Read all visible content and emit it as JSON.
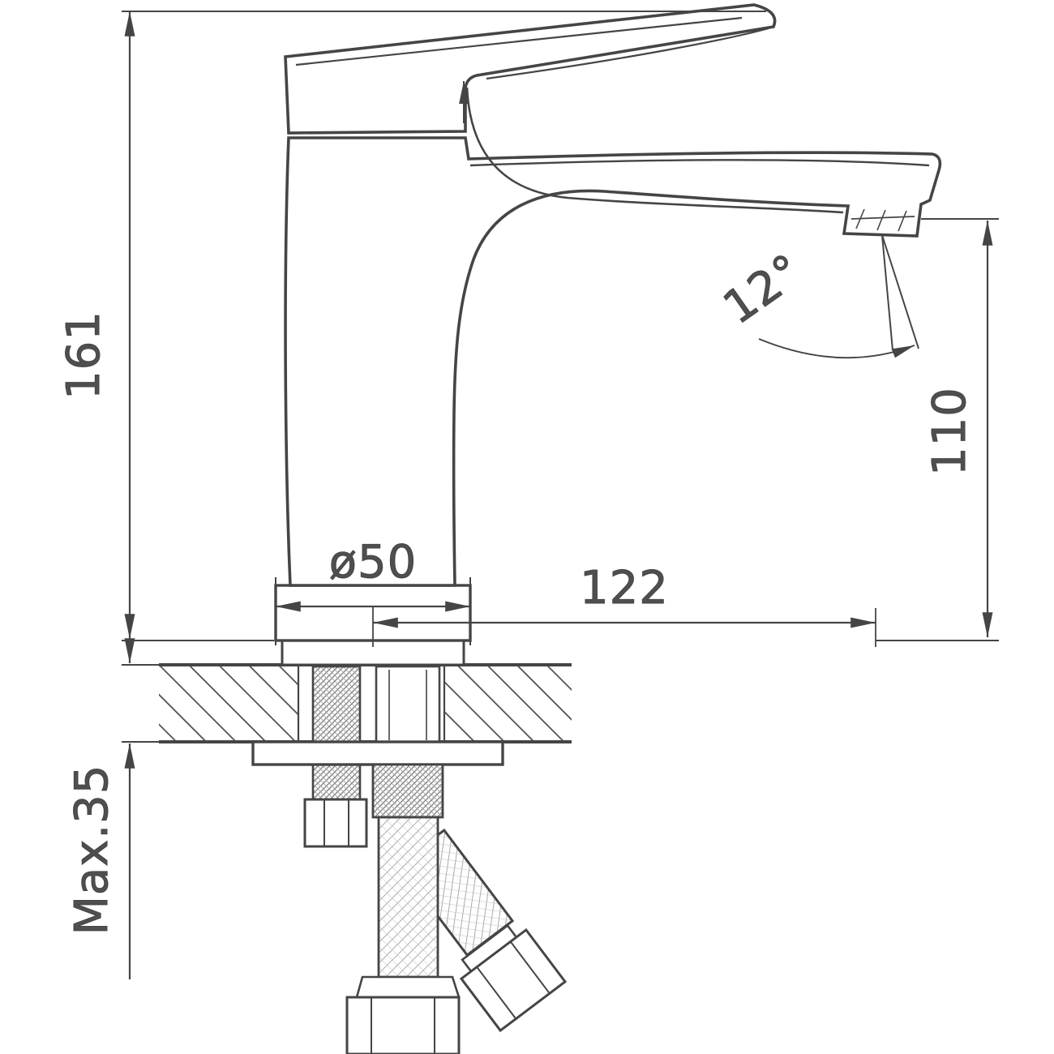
{
  "colors": {
    "line": "#454545",
    "text": "#4f4f4f",
    "background": "#ffffff"
  },
  "labels": {
    "overall_height": "161",
    "spout_height": "110",
    "spout_reach": "122",
    "base_diameter": "ø50",
    "stream_angle": "12°",
    "max_deck_thickness": "Max.35"
  }
}
